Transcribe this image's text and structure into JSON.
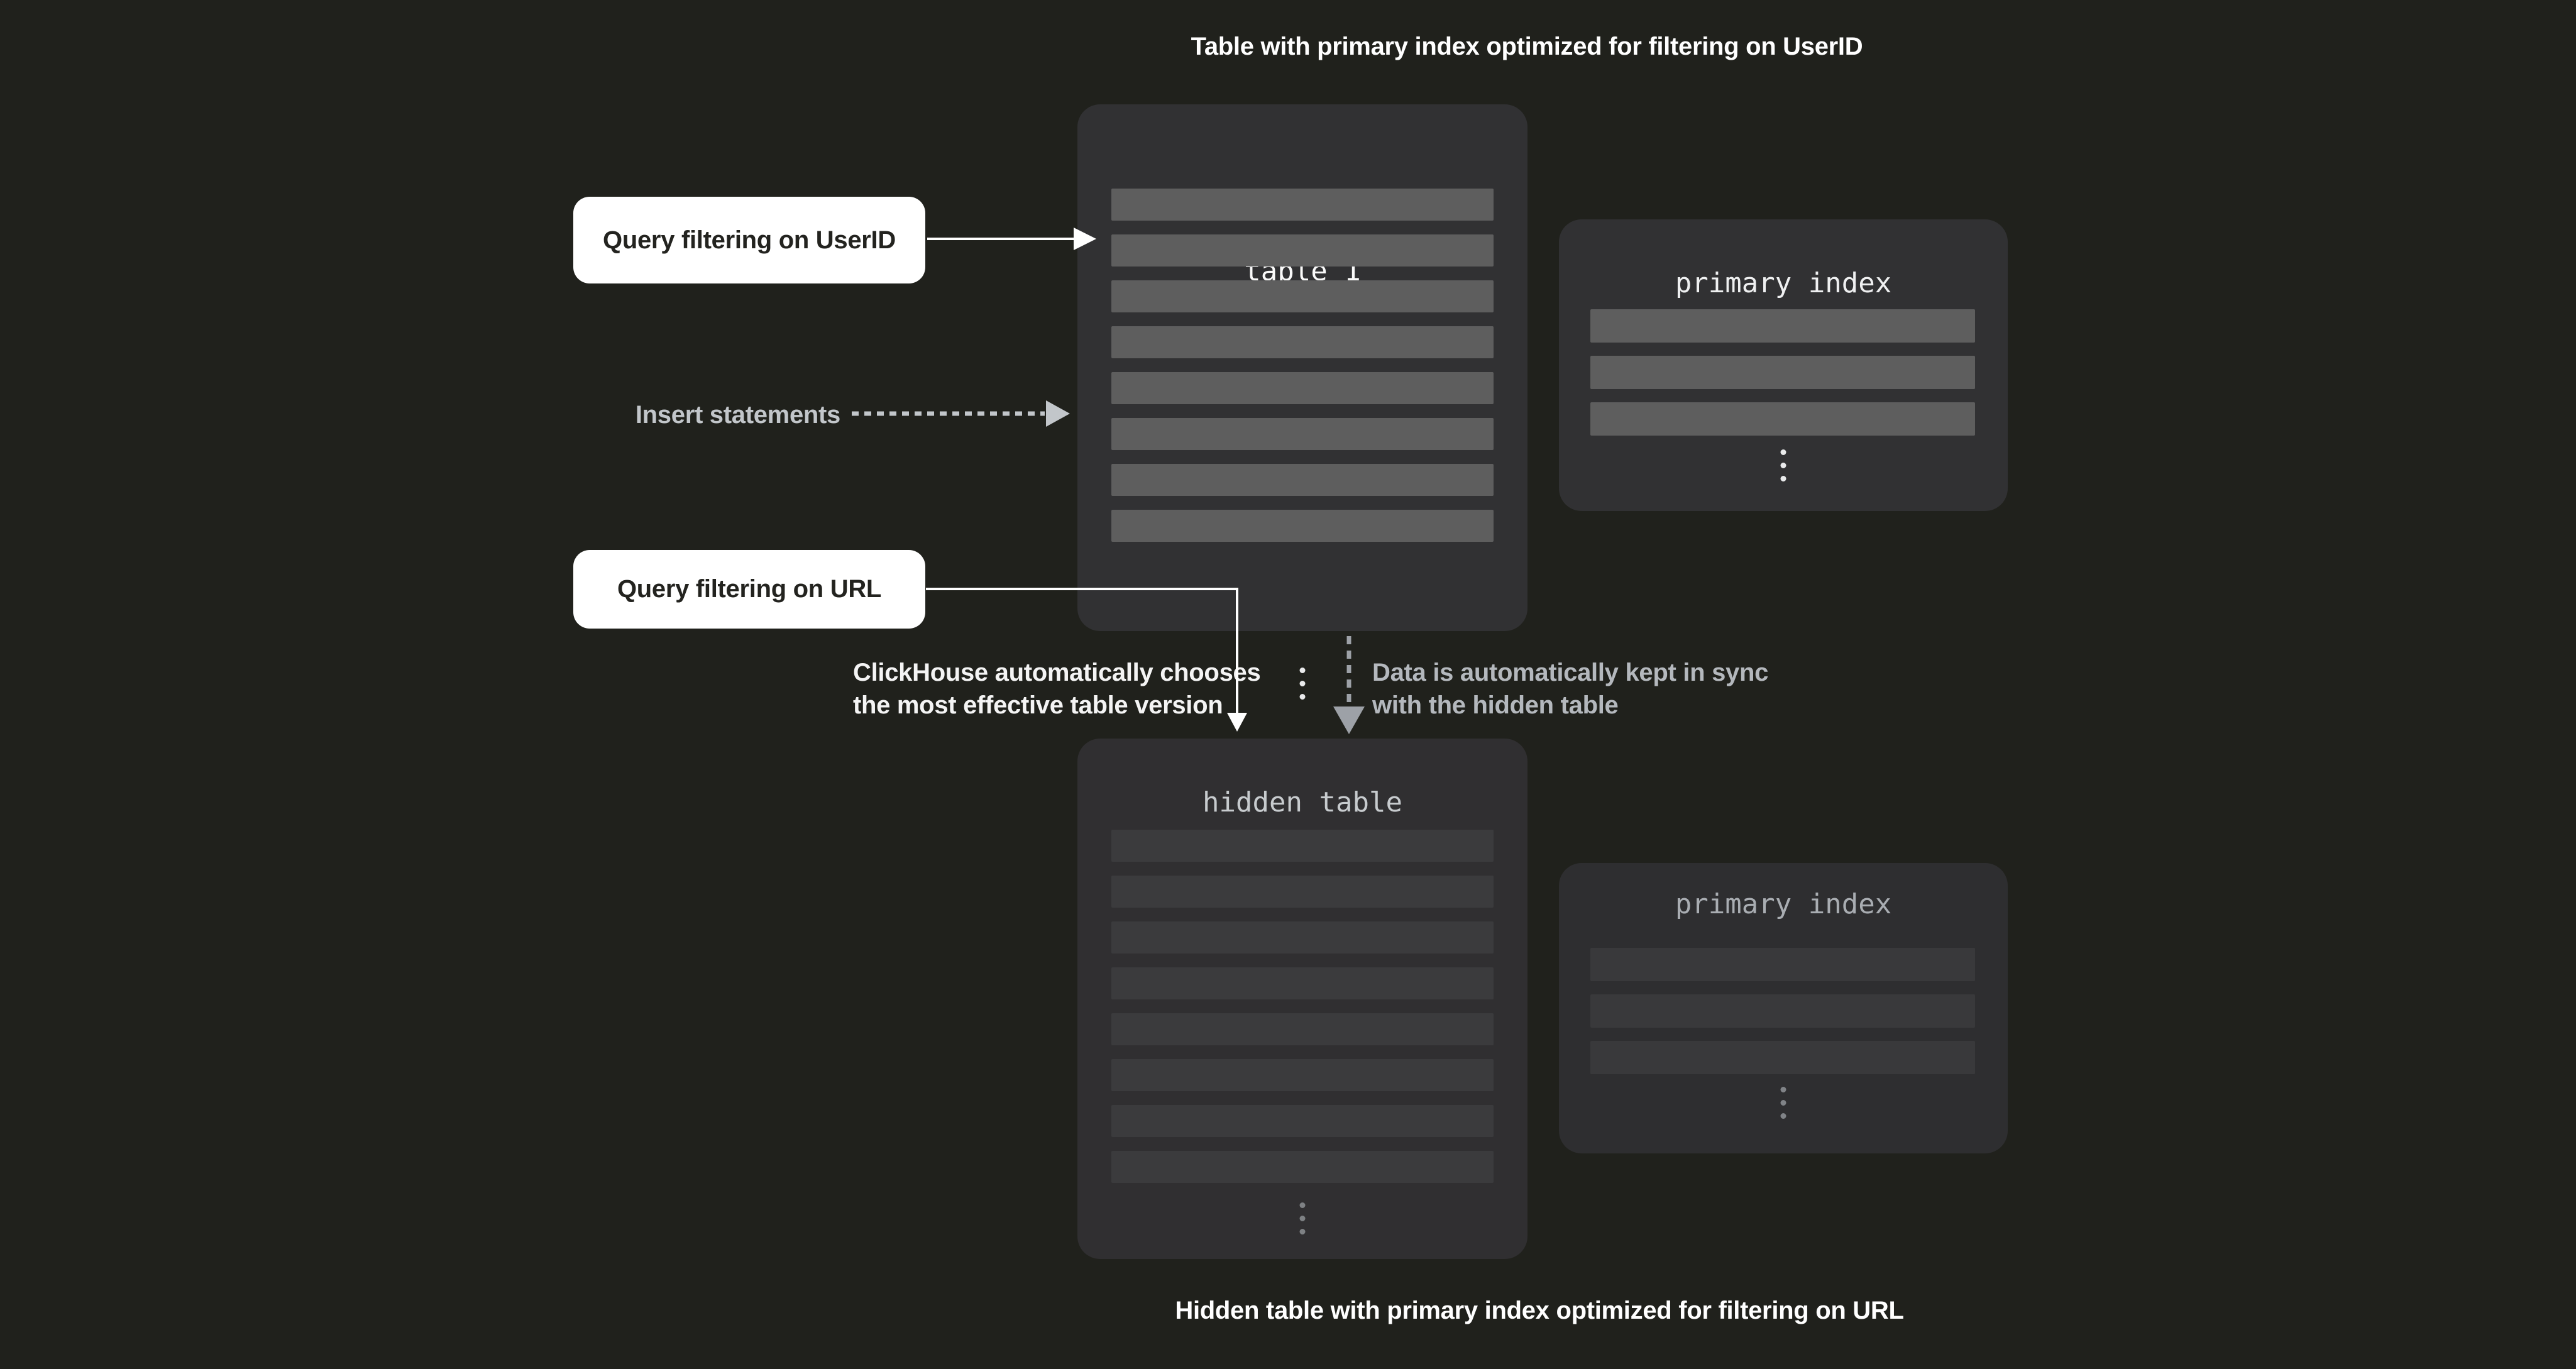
{
  "page": {
    "background": "#20211c"
  },
  "captions": {
    "top": "Table with primary index optimized for filtering on UserID",
    "bottom": "Hidden table with primary index optimized for filtering on URL"
  },
  "labels": {
    "query_userid": "Query filtering on UserID",
    "query_url": "Query filtering on URL",
    "insert_statements": "Insert statements",
    "chooses_line1": "ClickHouse automatically chooses",
    "chooses_line2": "the most effective table version",
    "sync_line1": "Data is automatically kept in sync",
    "sync_line2": "with the hidden table"
  },
  "panels": {
    "table1": {
      "title": "table 1",
      "row_count": 8,
      "ellipsis_icon": "vertical-ellipsis"
    },
    "primary_index_top": {
      "title": "primary index",
      "row_count": 3,
      "ellipsis_icon": "vertical-ellipsis"
    },
    "hidden_table": {
      "title": "hidden table",
      "row_count": 8,
      "ellipsis_icon": "vertical-ellipsis"
    },
    "primary_index_bottom": {
      "title": "primary index",
      "row_count": 3,
      "ellipsis_icon": "vertical-ellipsis"
    }
  },
  "palette": {
    "background": "#20211c",
    "panel": "#313133",
    "panel_dim": "#2e2e30",
    "bar_bright": "#5e5e5e",
    "bar_dim": "#3b3b3d",
    "label_box": "#ffffff",
    "label_text": "#23231f",
    "solid_arrow": "#ffffff",
    "insert_arrow": "#c2c6ca",
    "sync_arrow": "#9da1a7",
    "caption_text": "#ffffff",
    "muted_text": "#b4b8bd"
  }
}
